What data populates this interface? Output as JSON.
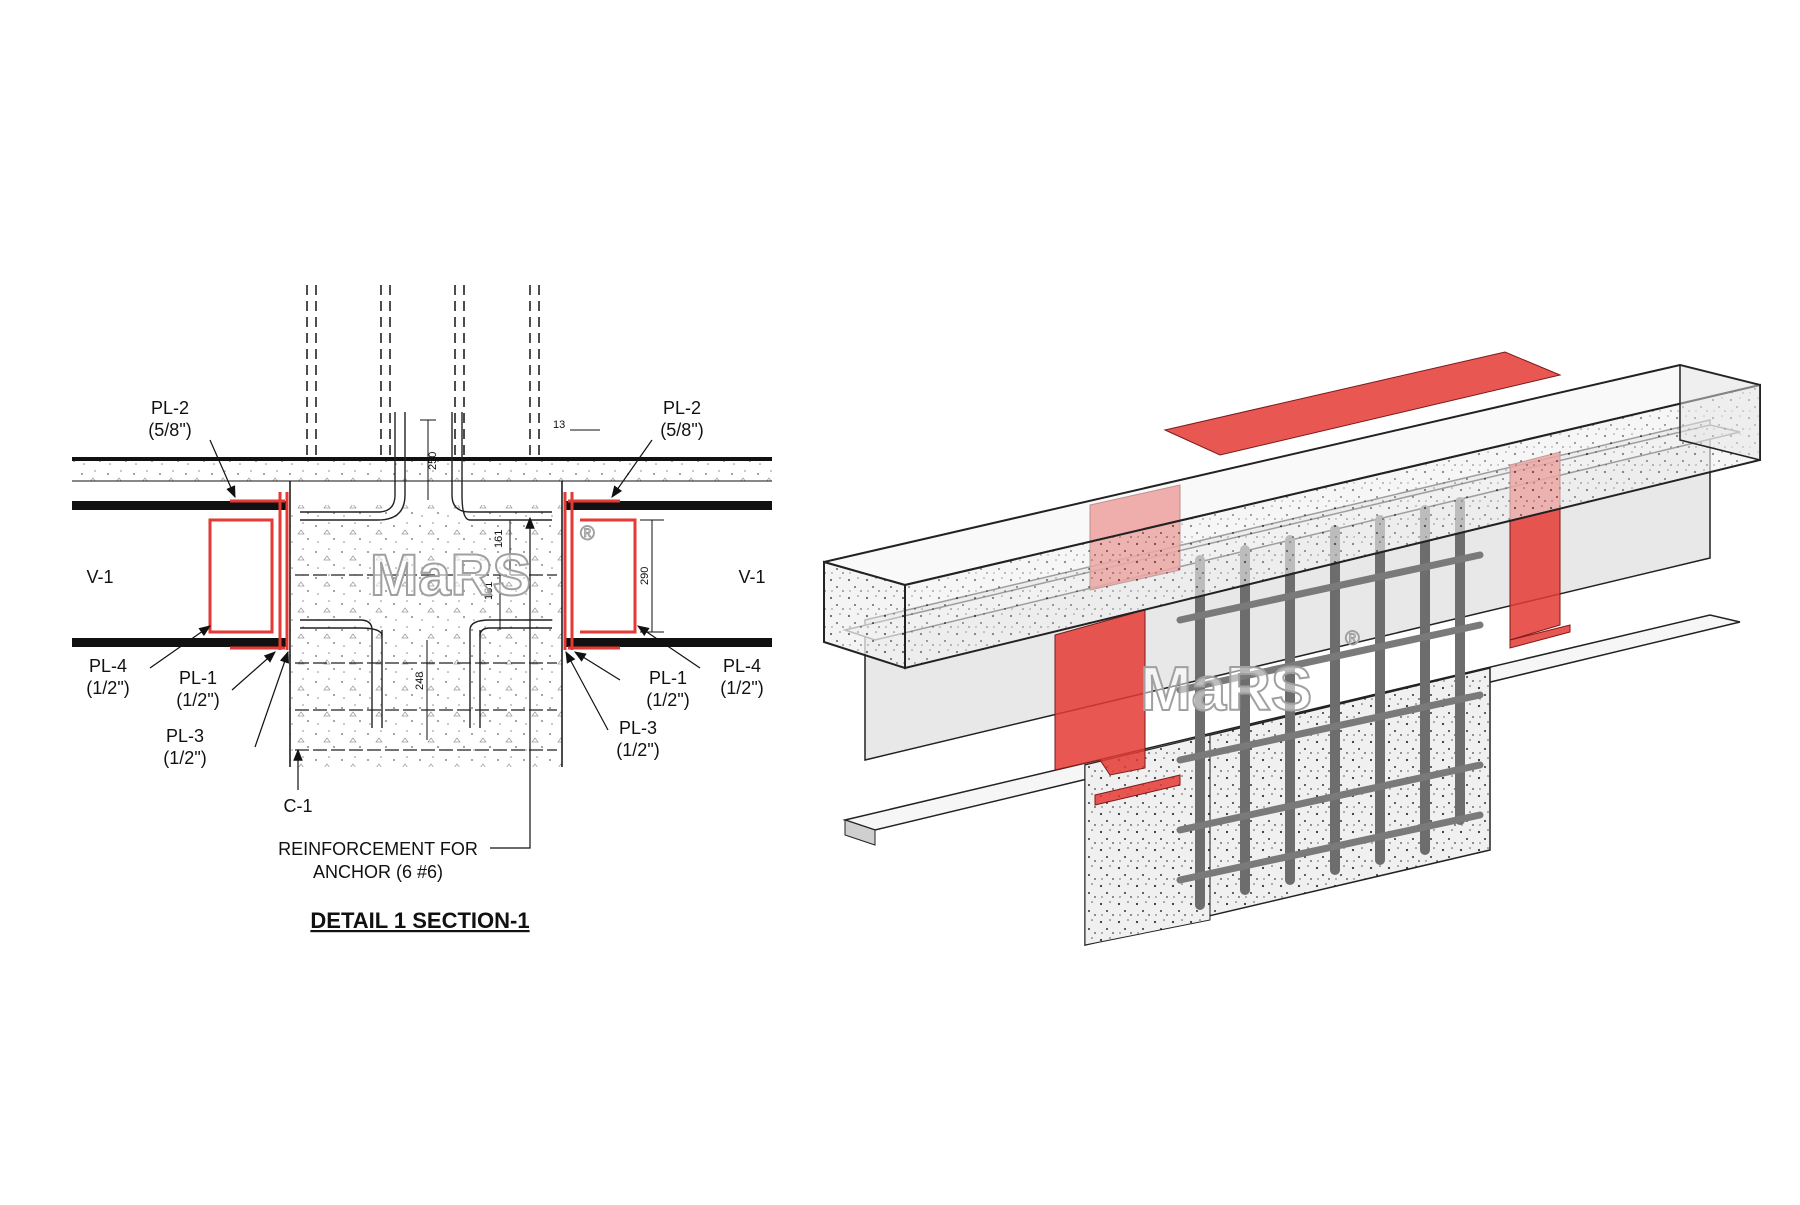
{
  "section": {
    "title": "DETAIL 1 SECTION-1",
    "beam_left": "V-1",
    "beam_right": "V-1",
    "column": "C-1",
    "plates_left": [
      {
        "name": "PL-2",
        "thk": "(5/8\")"
      },
      {
        "name": "PL-4",
        "thk": "(1/2\")"
      },
      {
        "name": "PL-1",
        "thk": "(1/2\")"
      },
      {
        "name": "PL-3",
        "thk": "(1/2\")"
      }
    ],
    "plates_right": [
      {
        "name": "PL-2",
        "thk": "(5/8\")"
      },
      {
        "name": "PL-1",
        "thk": "(1/2\")"
      },
      {
        "name": "PL-4",
        "thk": "(1/2\")"
      },
      {
        "name": "PL-3",
        "thk": "(1/2\")"
      }
    ],
    "note_line1": "REINFORCEMENT FOR",
    "note_line2": "ANCHOR (6 #6)",
    "dims": {
      "d250": "250",
      "d13": "13",
      "d290": "290",
      "d161a": "161",
      "d161b": "161",
      "d248": "248"
    }
  },
  "watermark": {
    "text": "MaRS",
    "mark": "®"
  },
  "colors": {
    "plate_red": "#e53935",
    "steel_gray": "#d9d9d9",
    "rebar_gray": "#8a8a8a",
    "ink": "#111111"
  }
}
